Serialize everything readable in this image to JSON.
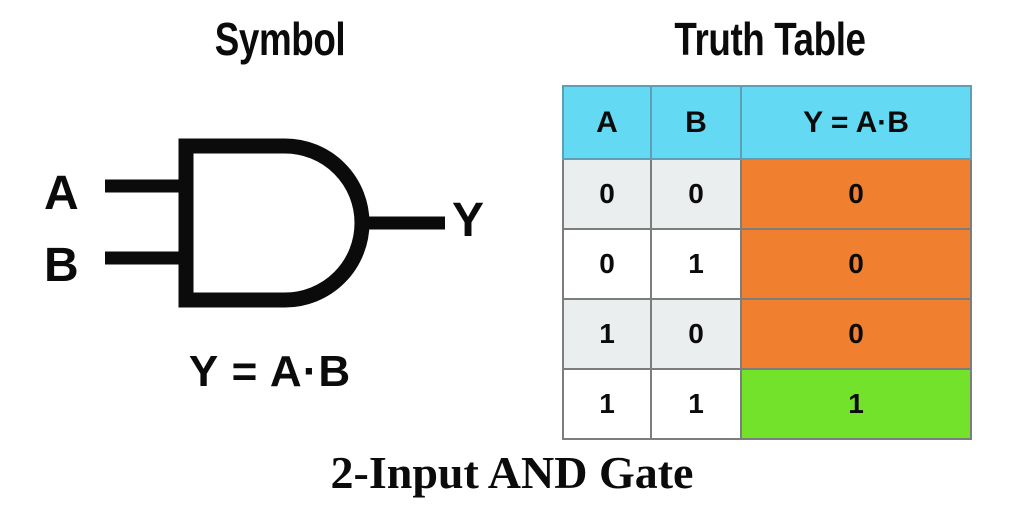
{
  "page": {
    "caption": "2-Input AND Gate",
    "background_color": "#ffffff"
  },
  "symbol_section": {
    "heading": "Symbol",
    "input_labels": [
      "A",
      "B"
    ],
    "output_label": "Y",
    "expression": "Y = A·B",
    "gate_type": "AND",
    "stroke_color": "#0b0b0b"
  },
  "truth_table_section": {
    "heading": "Truth Table",
    "colors": {
      "header": "#63d9f3",
      "row_alt": "#ebeeee",
      "row_plain": "#ffffff",
      "output_false": "#f08030",
      "output_true": "#73e22b",
      "border": "#7d7d7d"
    }
  },
  "chart_data": {
    "type": "table",
    "title": "Truth Table",
    "columns": [
      "A",
      "B",
      "Y = A·B"
    ],
    "rows": [
      {
        "a": "0",
        "b": "0",
        "y": "0"
      },
      {
        "a": "0",
        "b": "1",
        "y": "0"
      },
      {
        "a": "1",
        "b": "0",
        "y": "0"
      },
      {
        "a": "1",
        "b": "1",
        "y": "1"
      }
    ],
    "annotations": [
      "Y = A·B",
      "2-Input AND Gate"
    ]
  }
}
